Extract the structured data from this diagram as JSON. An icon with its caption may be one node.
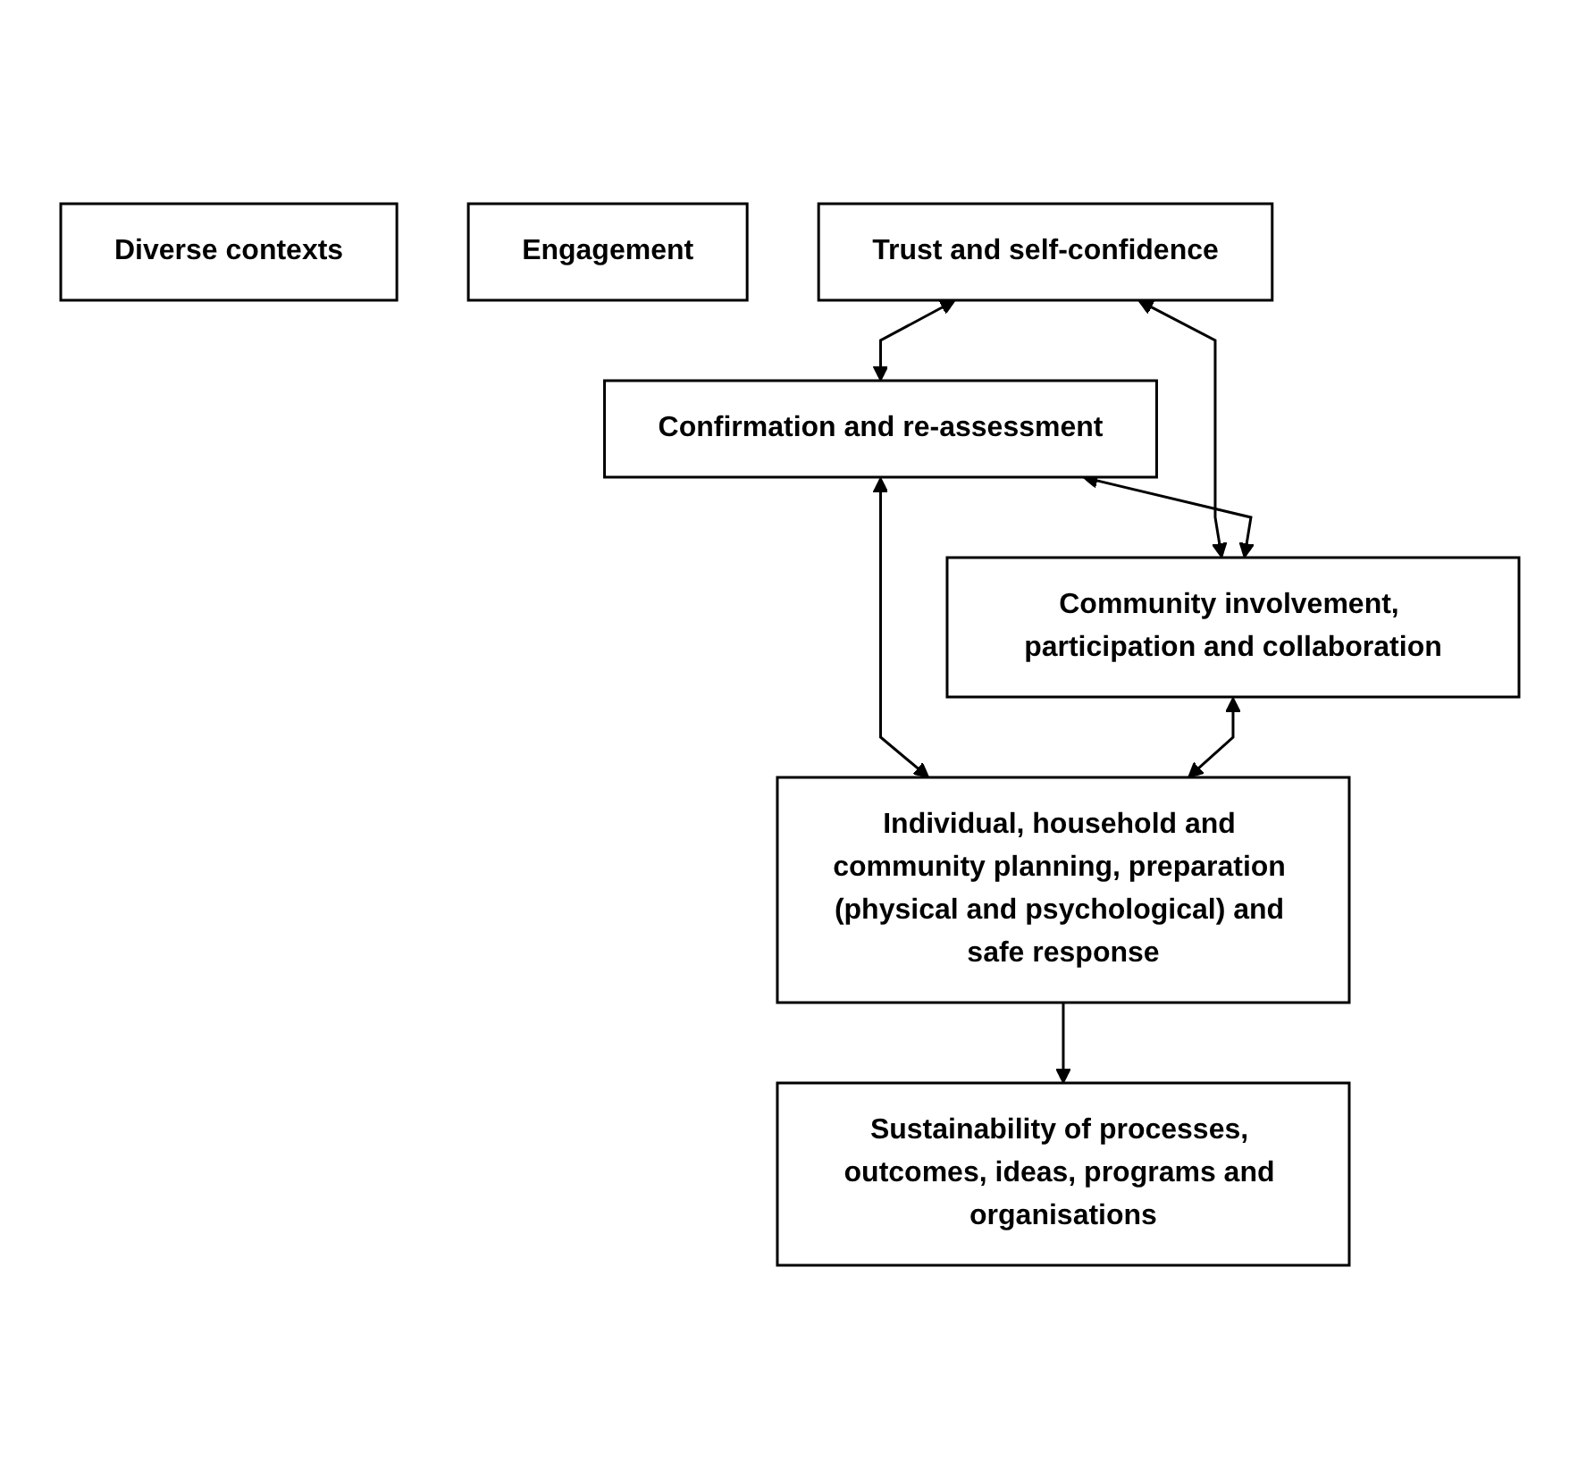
{
  "diagram": {
    "nodes": [
      {
        "text": [
          "Diverse contexts"
        ]
      },
      {
        "text": [
          "Engagement"
        ]
      },
      {
        "text": [
          "Trust and self-confidence"
        ]
      },
      {
        "text": [
          "Confirmation and re-assessment"
        ]
      },
      {
        "text": [
          "Community involvement, participation and collaboration"
        ]
      },
      {
        "text": [
          "Individual, household and community planning, preparation (physical and psychological) and safe response"
        ]
      },
      {
        "text": [
          "Sustainability of processes, outcomes, ideas, programs and organisations"
        ]
      }
    ],
    "edges": [
      {
        "from": 2,
        "to": 3,
        "arrow": "both"
      },
      {
        "from": 2,
        "to": 4,
        "arrow": "both"
      },
      {
        "from": 3,
        "to": 4,
        "arrow": "both"
      },
      {
        "from": 3,
        "to": 5,
        "arrow": "both"
      },
      {
        "from": 4,
        "to": 5,
        "arrow": "both"
      },
      {
        "from": 5,
        "to": 6,
        "arrow": "to"
      }
    ]
  }
}
